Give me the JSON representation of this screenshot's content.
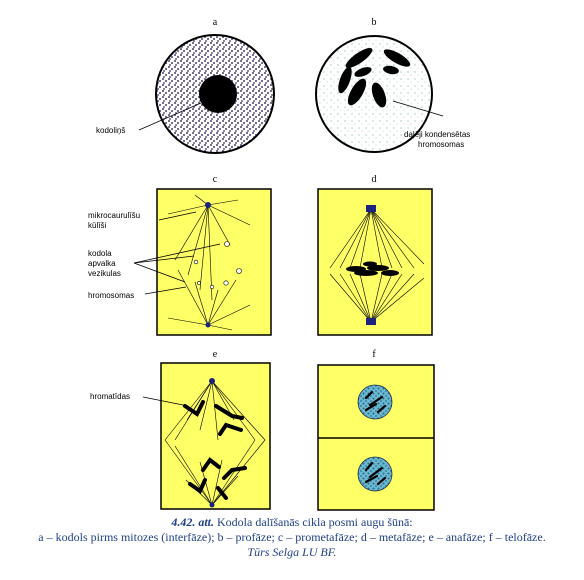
{
  "panels": {
    "a": {
      "letter": "a",
      "label_nucleolus": "kodoliņš"
    },
    "b": {
      "letter": "b",
      "label_chromosomes_1": "daļēji kondensētas",
      "label_chromosomes_2": "hromosomas"
    },
    "c": {
      "letter": "c",
      "label_mt_1": "mikrocaurulīšu",
      "label_mt_2": "kūlīši",
      "label_ves_1": "kodola",
      "label_ves_2": "apvalka",
      "label_ves_3": "vezikulas",
      "label_chrom": "hromosomas"
    },
    "d": {
      "letter": "d"
    },
    "e": {
      "letter": "e",
      "label_chromatids": "hromatīdas"
    },
    "f": {
      "letter": "f"
    }
  },
  "caption": {
    "figure_number": "4.42. att.",
    "title": "Kodola dalīšanās cikla posmi augu šūnā:",
    "legend": "a – kodols pirms mitozes (interfāze); b – profāze; c – prometafāze; d – metafāze; e – anafāze; f – telofāze.",
    "credit": "Tūrs Selga LU BF."
  },
  "colors": {
    "cell_yellow": "#ffff66",
    "frame": "#000000",
    "spindle_pole": "#1a237e",
    "caption_blue": "#1f3f86",
    "nucleus_teal": "#2c89a8"
  }
}
